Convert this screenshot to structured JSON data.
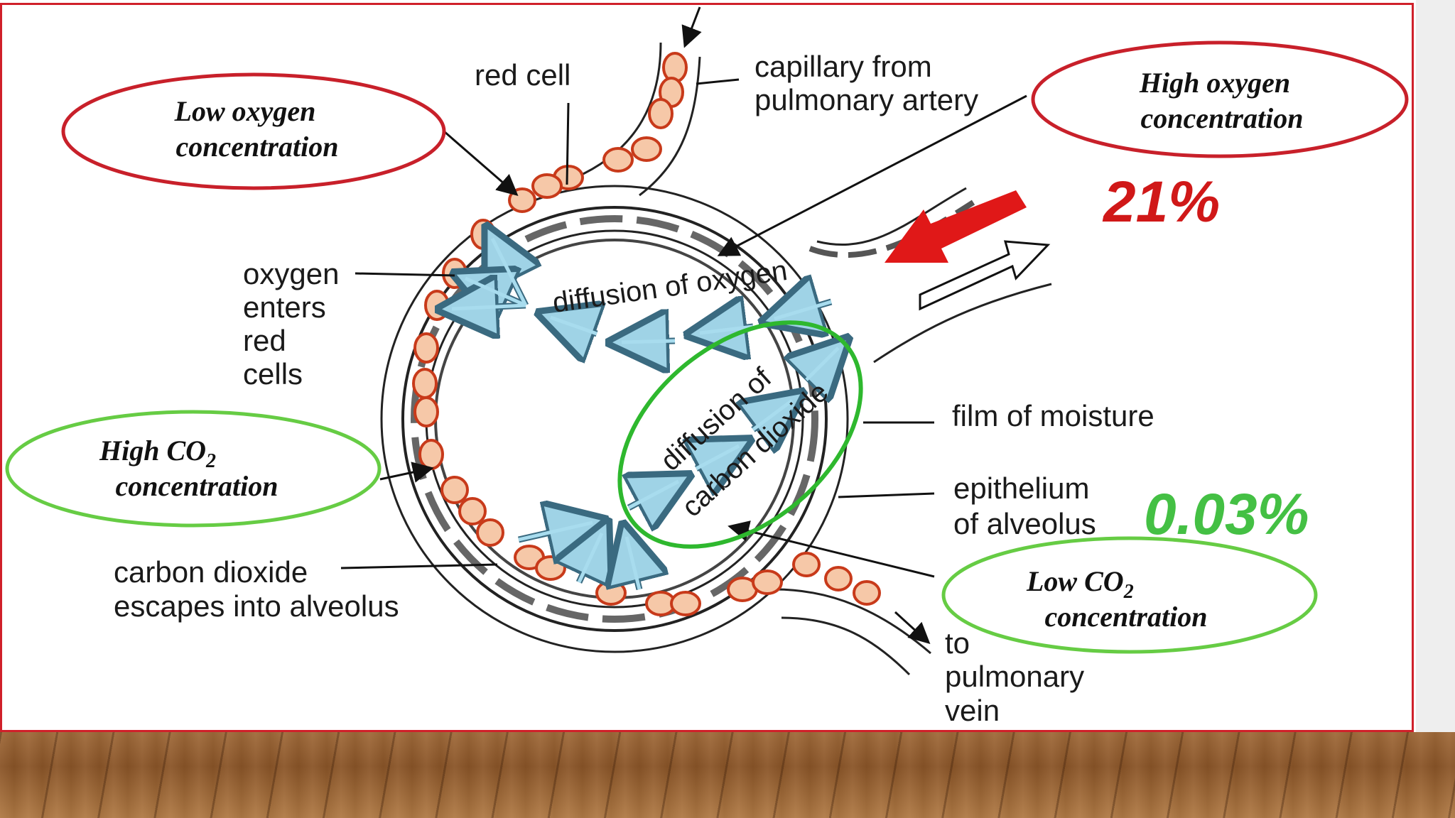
{
  "labels": {
    "red_cell": "red cell",
    "capillary_line1": "capillary from",
    "capillary_line2": "pulmonary artery",
    "oxygen_enters": [
      "oxygen",
      "enters",
      "red",
      "cells"
    ],
    "diffusion_oxygen": "diffusion of oxygen",
    "diffusion_co2_line1": "diffusion of",
    "diffusion_co2_line2": "carbon dioxide",
    "film_of_moisture": "film of moisture",
    "epithelium_line1": "epithelium",
    "epithelium_line2": "of alveolus",
    "co2_escapes_line1": "carbon dioxide",
    "co2_escapes_line2": "escapes into alveolus",
    "to_pulmonary_vein": [
      "to",
      "pulmonary",
      "vein"
    ]
  },
  "ovals": {
    "low_oxygen": {
      "line1": "Low oxygen",
      "line2": "concentration",
      "color": "#c8202a"
    },
    "high_oxygen": {
      "line1": "High oxygen",
      "line2": "concentration",
      "color": "#c8202a"
    },
    "high_co2": {
      "line1": "High CO",
      "sub": "2",
      "line2": "concentration",
      "color": "#66cc44"
    },
    "low_co2": {
      "line1": "Low CO",
      "sub": "2",
      "line2": "concentration",
      "color": "#66cc44"
    },
    "diffusion_co2_ring": {
      "color": "#2eb82e"
    }
  },
  "values": {
    "oxygen_percent": "21%",
    "co2_percent": "0.03%",
    "oxygen_color": "#d01818",
    "co2_color": "#44c044"
  }
}
